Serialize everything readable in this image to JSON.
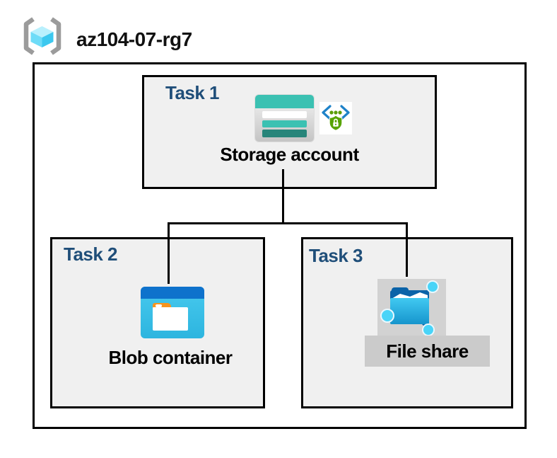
{
  "header": {
    "resource_group_name": "az104-07-rg7"
  },
  "tasks": {
    "task1": {
      "label": "Task 1",
      "item": "Storage account"
    },
    "task2": {
      "label": "Task 2",
      "item": "Blob container"
    },
    "task3": {
      "label": "Task 3",
      "item": "File share"
    }
  },
  "icons": {
    "resource_group": "azure-resource-group-brackets-cube-icon",
    "storage_account": "azure-storage-account-icon",
    "sas_security": "shared-access-signature-shield-lock-icon",
    "blob_container": "azure-blob-container-folder-icon",
    "file_share": "azure-file-share-network-folder-icon"
  },
  "colors": {
    "task_label_blue": "#1F4E79",
    "box_fill": "#F0F0F0",
    "border_black": "#000000",
    "storage_teal": "#3BC1B2",
    "storage_teal_dark": "#27857A",
    "blob_bar_blue": "#0E72CC",
    "blob_body_cyan": "#3CC3EA",
    "folder_tab_orange": "#F7941E",
    "shield_green": "#57A300",
    "chevron_blue": "#1E82C8",
    "file_share_dark_blue": "#0B63A8",
    "node_cyan": "#49D4F8",
    "gray_icon_panel": "#D2D2D2",
    "gray_label_bar": "#CBCBCB",
    "rg_bracket_gray": "#9B9B9B"
  }
}
